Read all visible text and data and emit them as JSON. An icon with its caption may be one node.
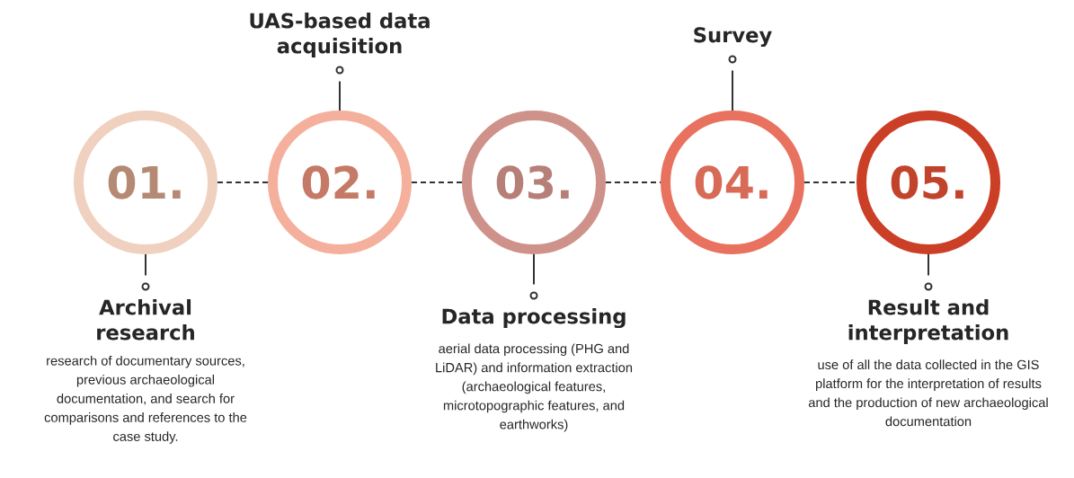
{
  "diagram": {
    "nodes": [
      {
        "text": [
          "01."
        ]
      },
      {
        "text": [
          "02."
        ]
      },
      {
        "text": [
          "03."
        ]
      },
      {
        "text": [
          "04."
        ]
      },
      {
        "text": [
          "05."
        ]
      },
      {
        "text": [
          "Archival research",
          "research of documentary sources, previous archaeological documentation, and search for comparisons and references to the case study."
        ]
      },
      {
        "text": [
          "UAS-based data acquisition"
        ]
      },
      {
        "text": [
          "Data processing",
          "aerial data processing (PHG and LiDAR) and information extraction (archaeological features, microtopographic features, and earthworks)"
        ]
      },
      {
        "text": [
          "Survey"
        ]
      },
      {
        "text": [
          "Result and interpretation",
          "use of all the data collected in the GIS platform for the interpretation of results and the production of new archaeological documentation"
        ]
      }
    ],
    "edges": [
      {
        "from": 0,
        "to": 1,
        "arrow": "none",
        "style": "dashed"
      },
      {
        "from": 1,
        "to": 2,
        "arrow": "none",
        "style": "dashed"
      },
      {
        "from": 2,
        "to": 3,
        "arrow": "none",
        "style": "dashed"
      },
      {
        "from": 3,
        "to": 4,
        "arrow": "none",
        "style": "dashed"
      },
      {
        "from": 0,
        "to": 5,
        "arrow": "none"
      },
      {
        "from": 1,
        "to": 6,
        "arrow": "none"
      },
      {
        "from": 2,
        "to": 7,
        "arrow": "none"
      },
      {
        "from": 3,
        "to": 8,
        "arrow": "none"
      },
      {
        "from": 4,
        "to": 9,
        "arrow": "none"
      }
    ]
  }
}
